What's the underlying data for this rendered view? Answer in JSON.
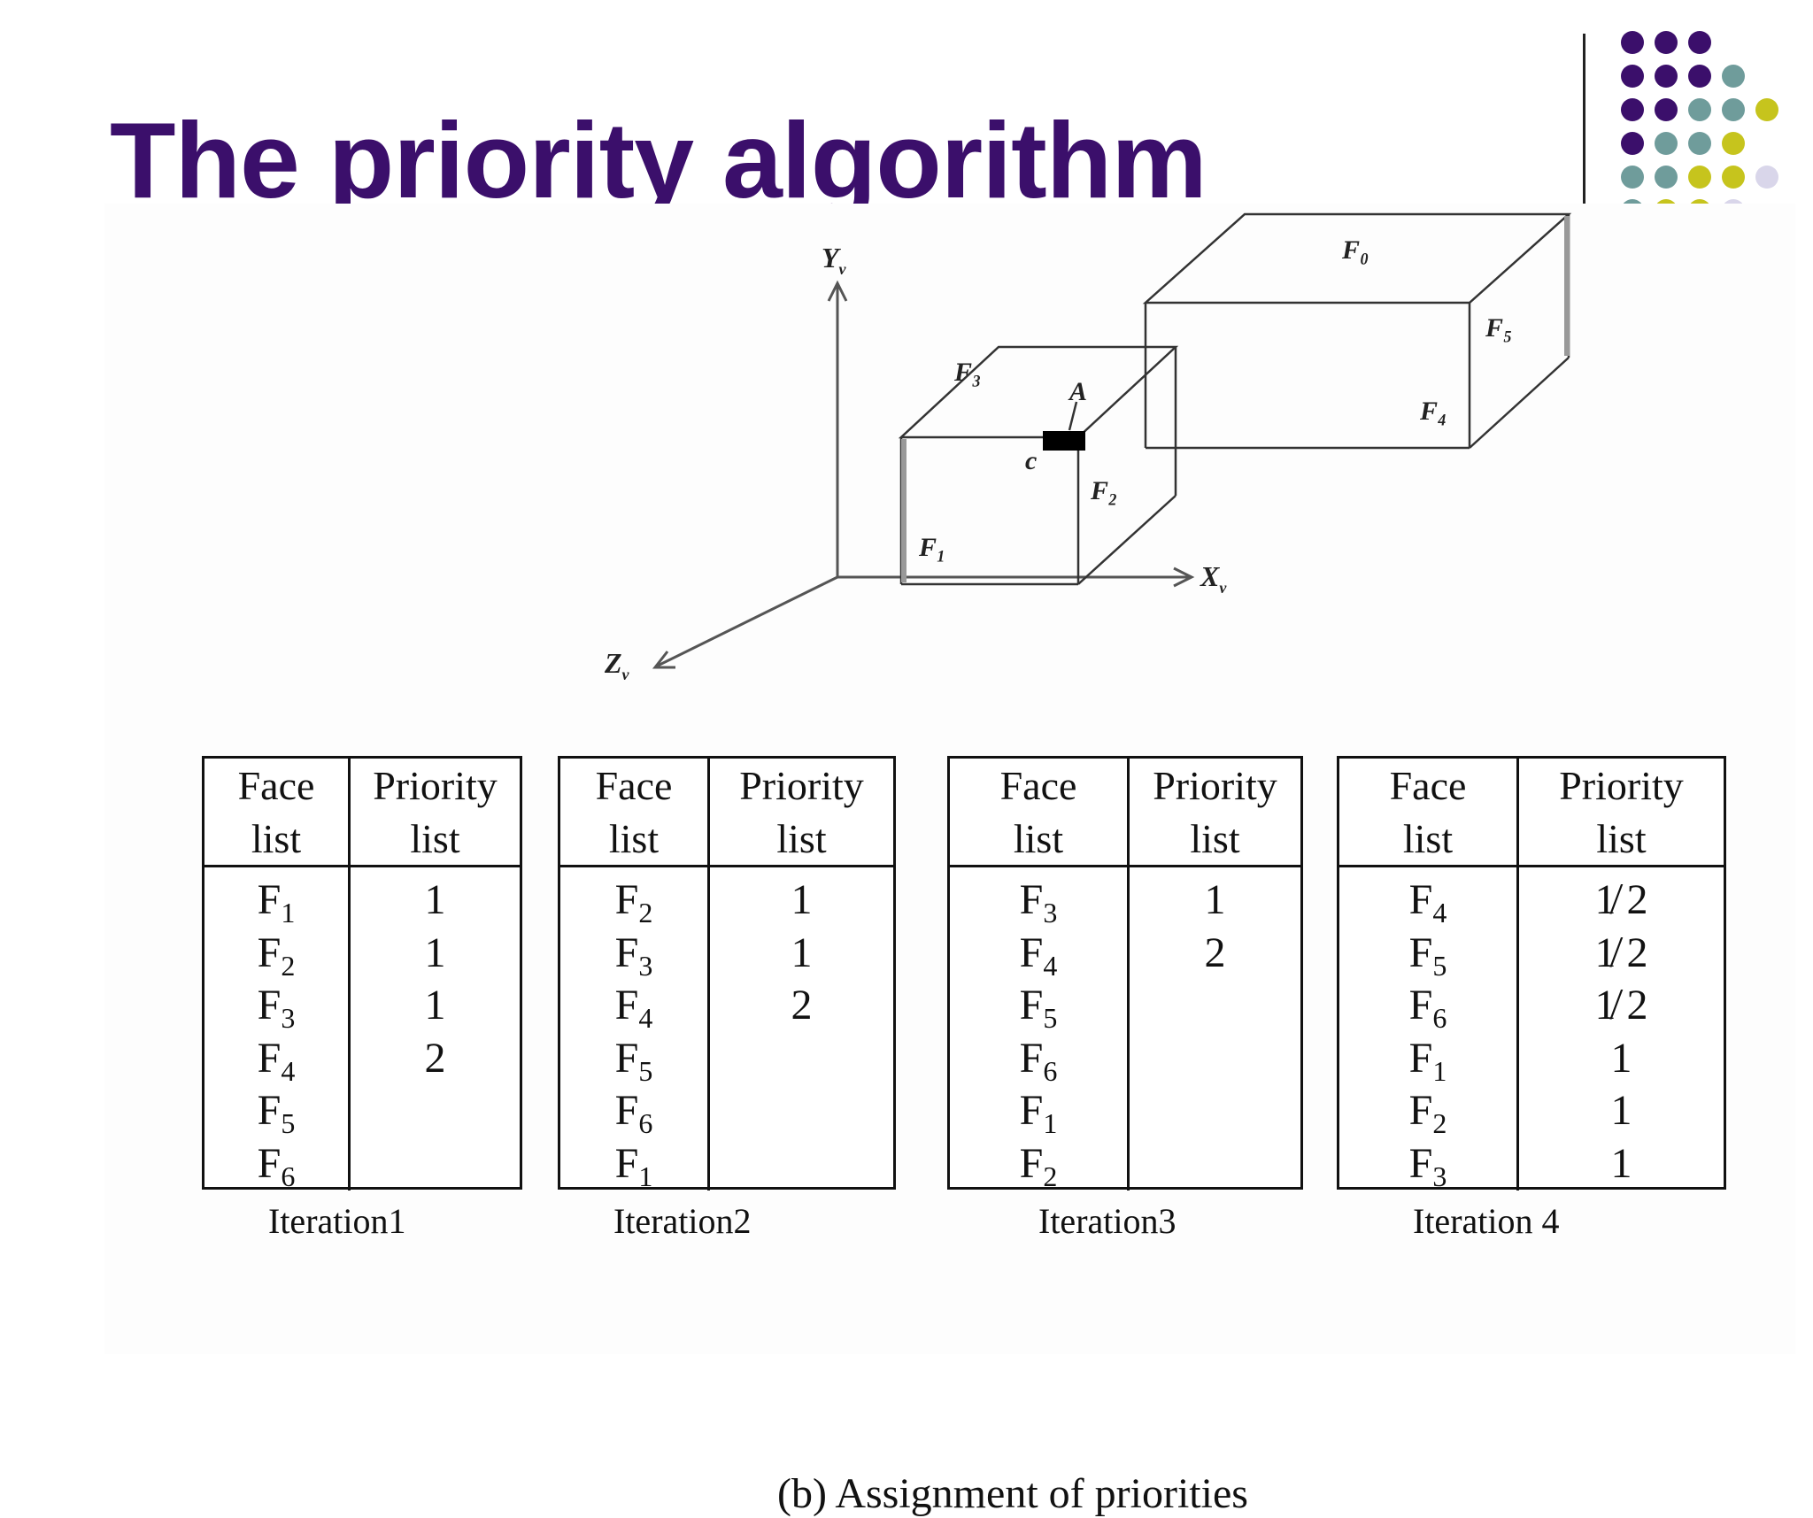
{
  "slide": {
    "title": "The priority algorithm",
    "figure_caption": "(b) Assignment of priorities",
    "colors": {
      "title": "#3b0f6b",
      "dot_purple": "#3b0f6b",
      "dot_teal": "#6f9c9b",
      "dot_yellow": "#c6c41d",
      "dot_lavender": "#d9d6ea"
    }
  },
  "diagram": {
    "axes": {
      "y": "Y",
      "x": "X",
      "z": "Z"
    },
    "faces": [
      "F₀",
      "F₅",
      "F₃",
      "F₄",
      "F₂",
      "F₁"
    ],
    "points": [
      "A",
      "c"
    ]
  },
  "iterations": [
    {
      "caption": "Iteration1",
      "face_header": [
        "Face",
        "list"
      ],
      "priority_header": [
        "Priority",
        "list"
      ],
      "faces": [
        {
          "f": "F",
          "s": "1"
        },
        {
          "f": "F",
          "s": "2"
        },
        {
          "f": "F",
          "s": "3"
        },
        {
          "f": "F",
          "s": "4"
        },
        {
          "f": "F",
          "s": "5"
        },
        {
          "f": "F",
          "s": "6"
        }
      ],
      "priorities": [
        "1",
        "1",
        "1",
        "2",
        "",
        ""
      ]
    },
    {
      "caption": "Iteration2",
      "face_header": [
        "Face",
        "list"
      ],
      "priority_header": [
        "Priority",
        "list"
      ],
      "faces": [
        {
          "f": "F",
          "s": "2"
        },
        {
          "f": "F",
          "s": "3"
        },
        {
          "f": "F",
          "s": "4"
        },
        {
          "f": "F",
          "s": "5"
        },
        {
          "f": "F",
          "s": "6"
        },
        {
          "f": "F",
          "s": "1"
        }
      ],
      "priorities": [
        "1",
        "1",
        "2",
        "",
        "",
        ""
      ]
    },
    {
      "caption": "Iteration3",
      "face_header": [
        "Face",
        "list"
      ],
      "priority_header": [
        "Priority",
        "list"
      ],
      "faces": [
        {
          "f": "F",
          "s": "3"
        },
        {
          "f": "F",
          "s": "4"
        },
        {
          "f": "F",
          "s": "5"
        },
        {
          "f": "F",
          "s": "6"
        },
        {
          "f": "F",
          "s": "1"
        },
        {
          "f": "F",
          "s": "2"
        }
      ],
      "priorities": [
        "1",
        "2",
        "",
        "",
        "",
        ""
      ]
    },
    {
      "caption": "Iteration 4",
      "face_header": [
        "Face",
        "list"
      ],
      "priority_header": [
        "Priority",
        "list"
      ],
      "faces": [
        {
          "f": "F",
          "s": "4"
        },
        {
          "f": "F",
          "s": "5"
        },
        {
          "f": "F",
          "s": "6"
        },
        {
          "f": "F",
          "s": "1"
        },
        {
          "f": "F",
          "s": "2"
        },
        {
          "f": "F",
          "s": "3"
        }
      ],
      "priorities": [
        "1̸ 2",
        "1̸ 2",
        "1̸ 2",
        "1",
        "1",
        "1"
      ]
    }
  ]
}
